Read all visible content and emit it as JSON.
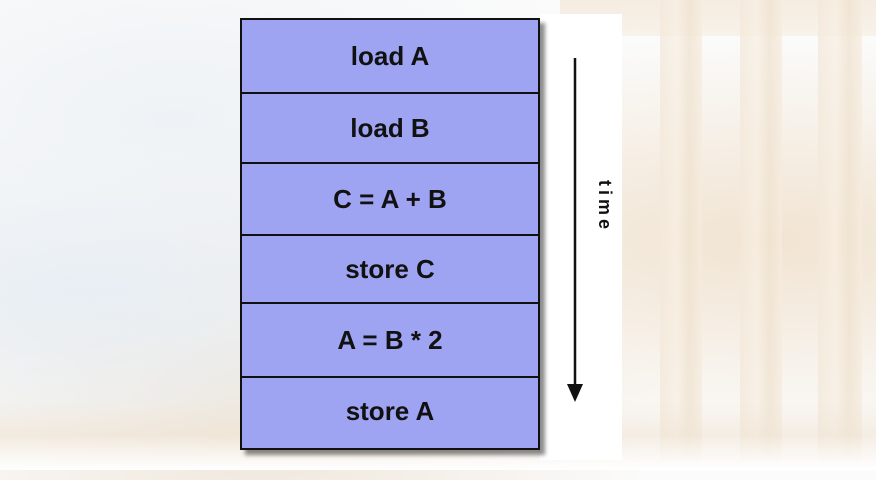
{
  "diagram": {
    "stack_rows": [
      {
        "label": "load A"
      },
      {
        "label": "load B"
      },
      {
        "label": "C = A + B"
      },
      {
        "label": "store C"
      },
      {
        "label": "A = B * 2"
      },
      {
        "label": "store A"
      }
    ],
    "axis_label": "time",
    "colors": {
      "row_fill": "#9fa4f2",
      "border": "#111111",
      "text": "#111111"
    }
  }
}
